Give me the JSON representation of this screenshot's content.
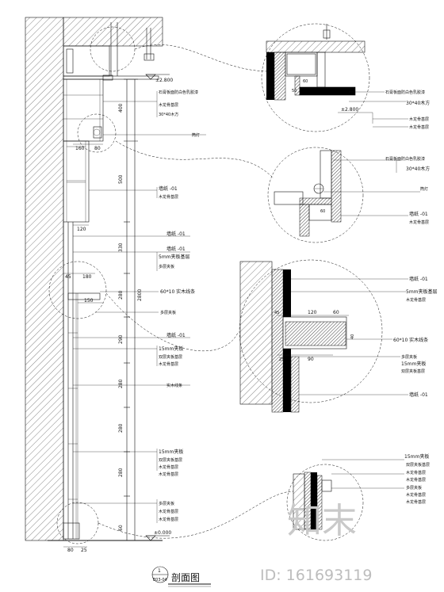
{
  "top_level_mark": "±2.800",
  "bottom_level_mark": "±0.000",
  "main_dims": [
    "400",
    "500",
    "330",
    "280",
    "290",
    "280",
    "280",
    "280",
    "60"
  ],
  "total_dim": "2800",
  "small_dims": {
    "d160": "160",
    "d80": "80",
    "d120": "120",
    "d45": "45",
    "d180": "180",
    "d150": "150",
    "d80_bottom": "80",
    "d25_bottom": "25"
  },
  "main_labels": [
    "石膏板面防白色乳胶漆",
    "木龙骨基层",
    "30*40木方",
    "筒灯",
    "墙纸 -01",
    "木龙骨基层",
    "墙纸 -01",
    "墙纸 -01",
    "5mm夹板基层",
    "多层夹板",
    "60*10 实木线条",
    "多层夹板",
    "墙纸 -01",
    "15mm夹板",
    "双层夹板基层",
    "木龙骨基层",
    "实木线条",
    "15mm夹板",
    "双层夹板基层",
    "木龙骨基层",
    "木龙骨基层",
    "多层夹板",
    "木龙骨基层",
    "木龙骨基层"
  ],
  "detail1": {
    "labels": [
      "石膏板面防白色乳胶漆",
      "30*40木方",
      "木龙骨基层",
      "木龙骨基层"
    ],
    "level": "±2.800",
    "dims": [
      "50",
      "60"
    ]
  },
  "detail2": {
    "labels": [
      "石膏板面防白色乳胶漆",
      "30*40木方",
      "筒灯",
      "墙纸 -01",
      "木龙骨基层"
    ],
    "dims": [
      "60"
    ]
  },
  "detail3": {
    "labels": [
      "墙纸 -01",
      "5mm夹板基层",
      "木龙骨基层",
      "60*10 实木线条",
      "多层夹板",
      "15mm夹板",
      "双层夹板基层",
      "墙纸 -01"
    ],
    "dims": [
      "45",
      "120",
      "60",
      "40",
      "25",
      "90"
    ]
  },
  "detail4": {
    "labels": [
      "15mm夹板",
      "双层夹板基层",
      "木龙骨基层",
      "木龙骨基层",
      "多层夹板",
      "木龙骨基层",
      "木龙骨基层"
    ]
  },
  "title_block": {
    "number": "1",
    "sheet": "E03-04",
    "title": "剖面图"
  },
  "watermark": {
    "logo_text": "知末",
    "id_text": "ID: 161693119"
  }
}
